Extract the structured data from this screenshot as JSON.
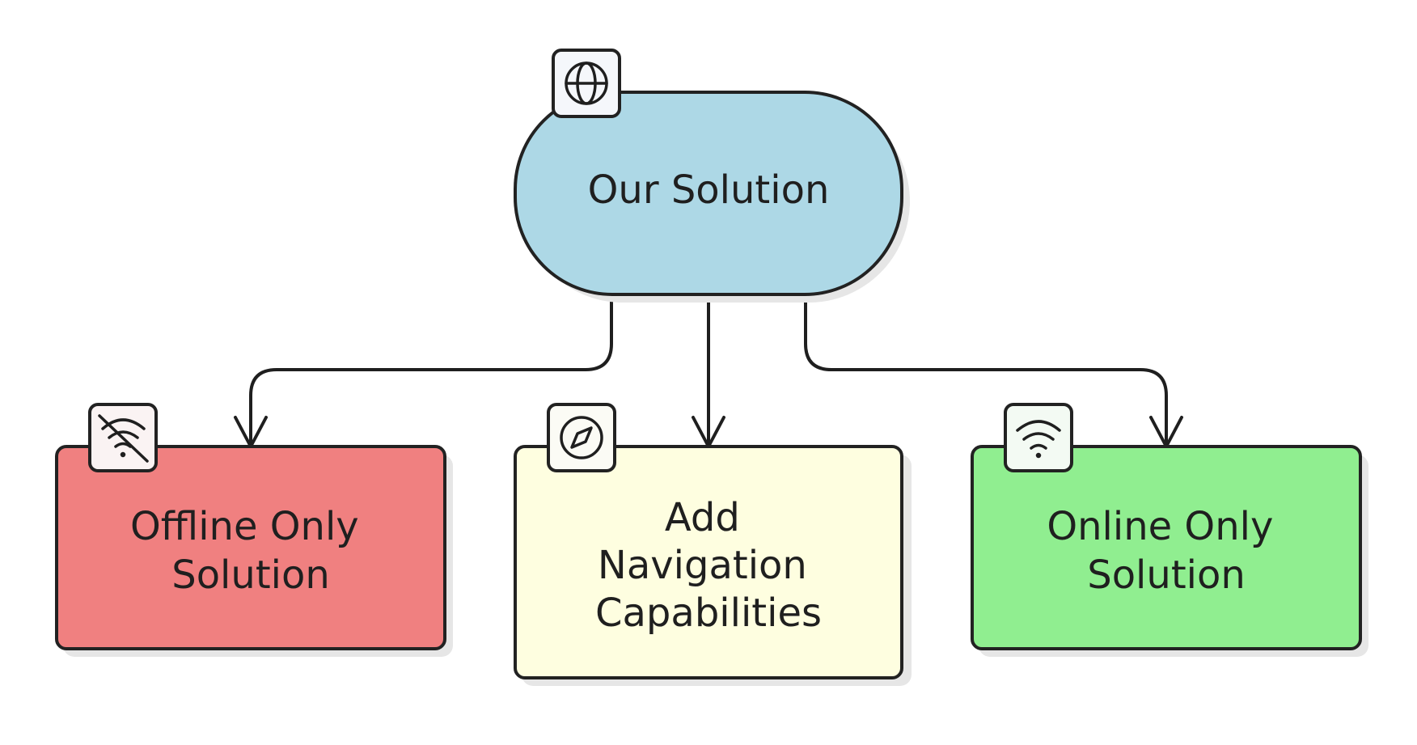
{
  "nodes": {
    "root": {
      "label": "Our Solution",
      "icon": "globe-icon",
      "color": "#add8e6"
    },
    "left": {
      "lines": [
        "Offline Only",
        "Solution"
      ],
      "icon": "wifi-off-icon",
      "color": "#f08080"
    },
    "center": {
      "lines": [
        "Add",
        "Navigation",
        "Capabilities"
      ],
      "icon": "compass-icon",
      "color": "#fefee0"
    },
    "right": {
      "lines": [
        "Online Only",
        "Solution"
      ],
      "icon": "wifi-icon",
      "color": "#90ee90"
    }
  },
  "edges": [
    {
      "from": "root",
      "to": "left"
    },
    {
      "from": "root",
      "to": "center"
    },
    {
      "from": "root",
      "to": "right"
    }
  ]
}
